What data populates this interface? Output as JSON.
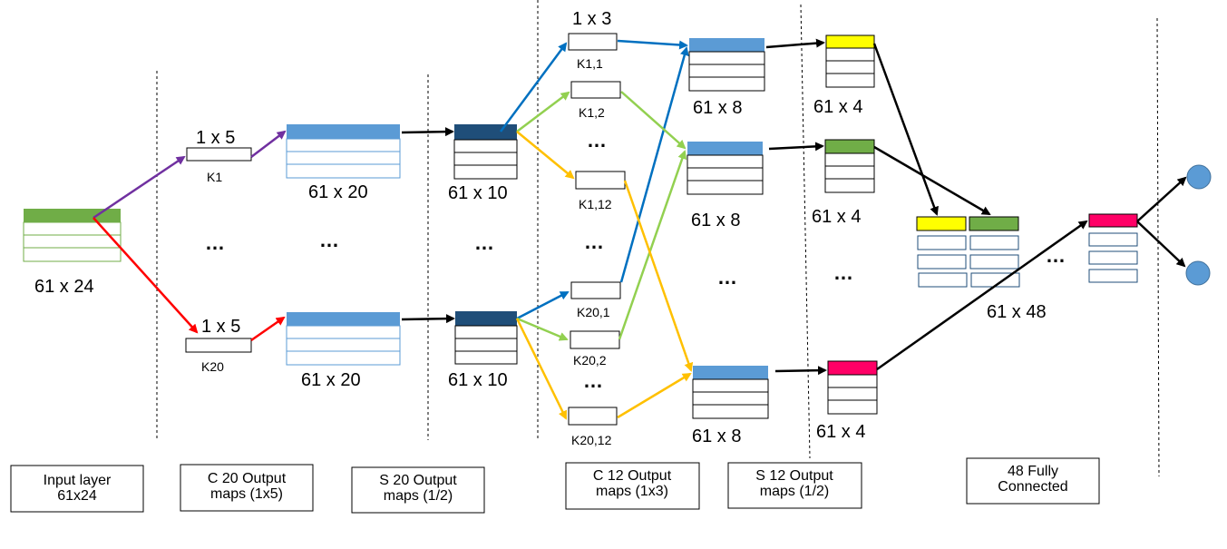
{
  "colors": {
    "input_header": "#70AD47",
    "conv1_header": "#5B9BD5",
    "pool1_header": "#1F4E79",
    "conv2_header": "#5B9BD5",
    "row_border_input": "#70AD47",
    "row_border_blue": "#5B9BD5",
    "pool2_yellow": "#FFFF00",
    "pool2_green": "#70AD47",
    "pool2_pink": "#FF0066",
    "output_node": "#5B9BD5",
    "arrow_purple": "#7030A0",
    "arrow_red": "#FF0000",
    "arrow_blue": "#0070C0",
    "arrow_green": "#92D050",
    "arrow_orange": "#FFC000",
    "arrow_black": "#000000"
  },
  "labels": {
    "input_size": "61 x 24",
    "k1_size": "1 x 5",
    "k1_name": "K1",
    "k20_size": "1 x 5",
    "k20_name": "K20",
    "c1_top_size": "61 x 20",
    "c1_bottom_size": "61 x 20",
    "s1_top_size": "61 x 10",
    "s1_bottom_size": "61 x 10",
    "k11_size": "1 x 3",
    "k11_name": "K1,1",
    "k12_name": "K1,2",
    "k112_name": "K1,12",
    "k201_name": "K20,1",
    "k202_name": "K20,2",
    "k2012_name": "K20,12",
    "c2_1_size": "61 x 8",
    "c2_2_size": "61 x 8",
    "c2_3_size": "61 x 8",
    "s2_1_size": "61 x 4",
    "s2_2_size": "61 x 4",
    "s2_3_size": "61 x 4",
    "fc_size": "61 x 48",
    "ellipsis": "…"
  },
  "stages": {
    "input_line1": "Input layer",
    "input_line2": "61x24",
    "c20_line1": "C 20 Output",
    "c20_line2": "maps (1x5)",
    "s20_line1": "S 20 Output",
    "s20_line2": "maps (1/2)",
    "c12_line1": "C 12 Output",
    "c12_line2": "maps (1x3)",
    "s12_line1": "S 12 Output",
    "s12_line2": "maps (1/2)",
    "fc_line1": "48 Fully",
    "fc_line2": "Connected"
  }
}
